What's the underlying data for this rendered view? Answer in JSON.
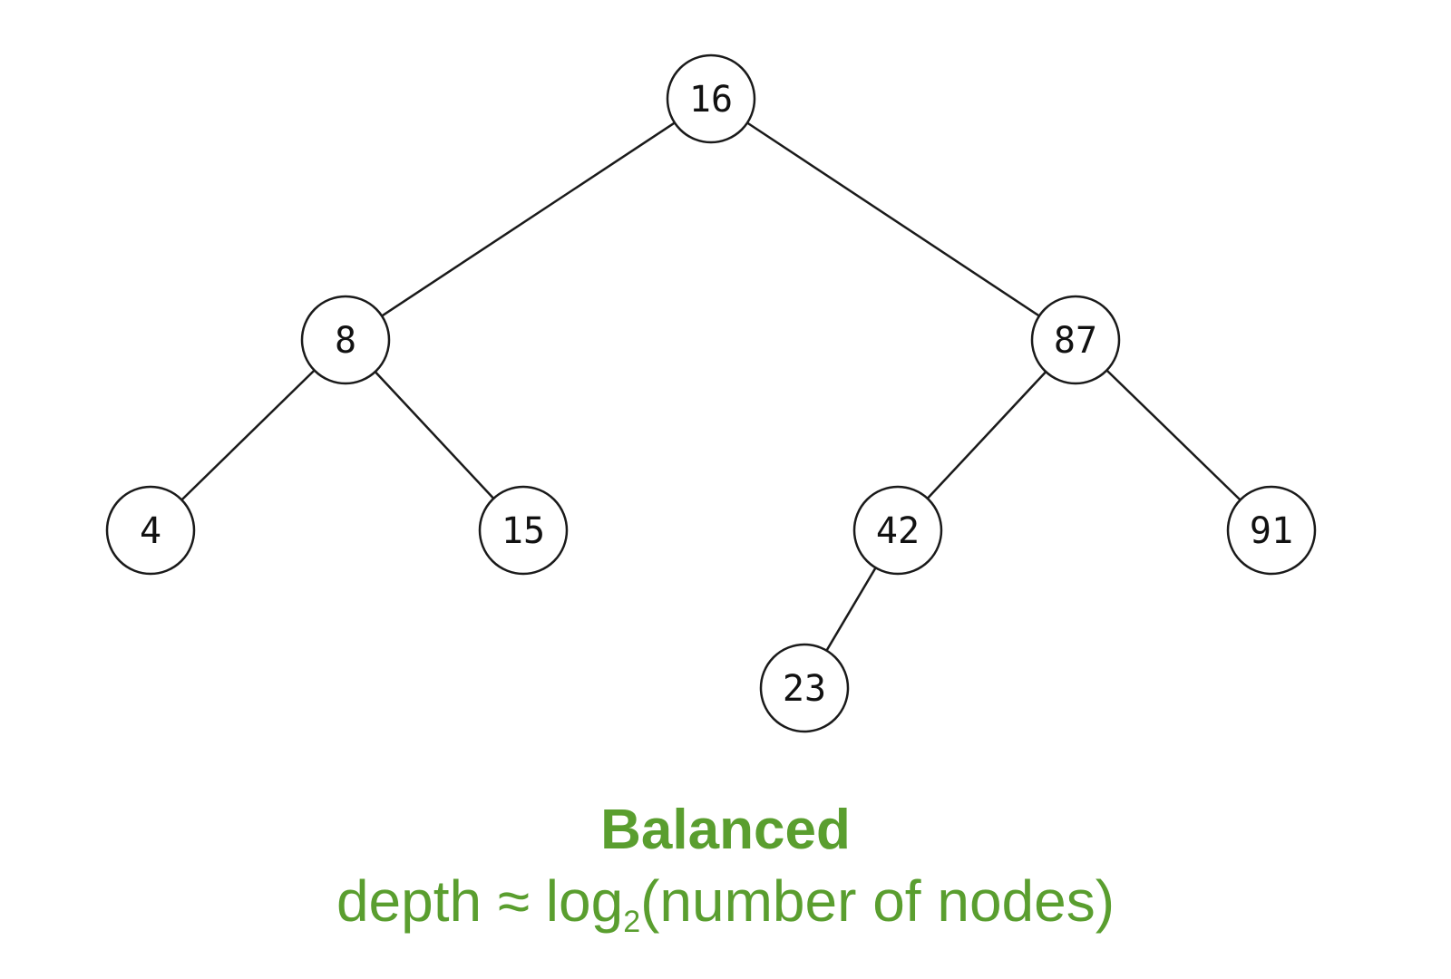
{
  "accent_color": "#5a9e2f",
  "tree": {
    "nodes": [
      {
        "id": "n16",
        "label": "16"
      },
      {
        "id": "n8",
        "label": "8"
      },
      {
        "id": "n87",
        "label": "87"
      },
      {
        "id": "n4",
        "label": "4"
      },
      {
        "id": "n15",
        "label": "15"
      },
      {
        "id": "n42",
        "label": "42"
      },
      {
        "id": "n91",
        "label": "91"
      },
      {
        "id": "n23",
        "label": "23"
      }
    ],
    "edges": [
      [
        "n16",
        "n8"
      ],
      [
        "n16",
        "n87"
      ],
      [
        "n8",
        "n4"
      ],
      [
        "n8",
        "n15"
      ],
      [
        "n87",
        "n42"
      ],
      [
        "n87",
        "n91"
      ],
      [
        "n42",
        "n23"
      ]
    ]
  },
  "caption": {
    "title": "Balanced",
    "formula_prefix": "depth ≈ log",
    "formula_subscript": "2",
    "formula_suffix": "(number of nodes)"
  }
}
